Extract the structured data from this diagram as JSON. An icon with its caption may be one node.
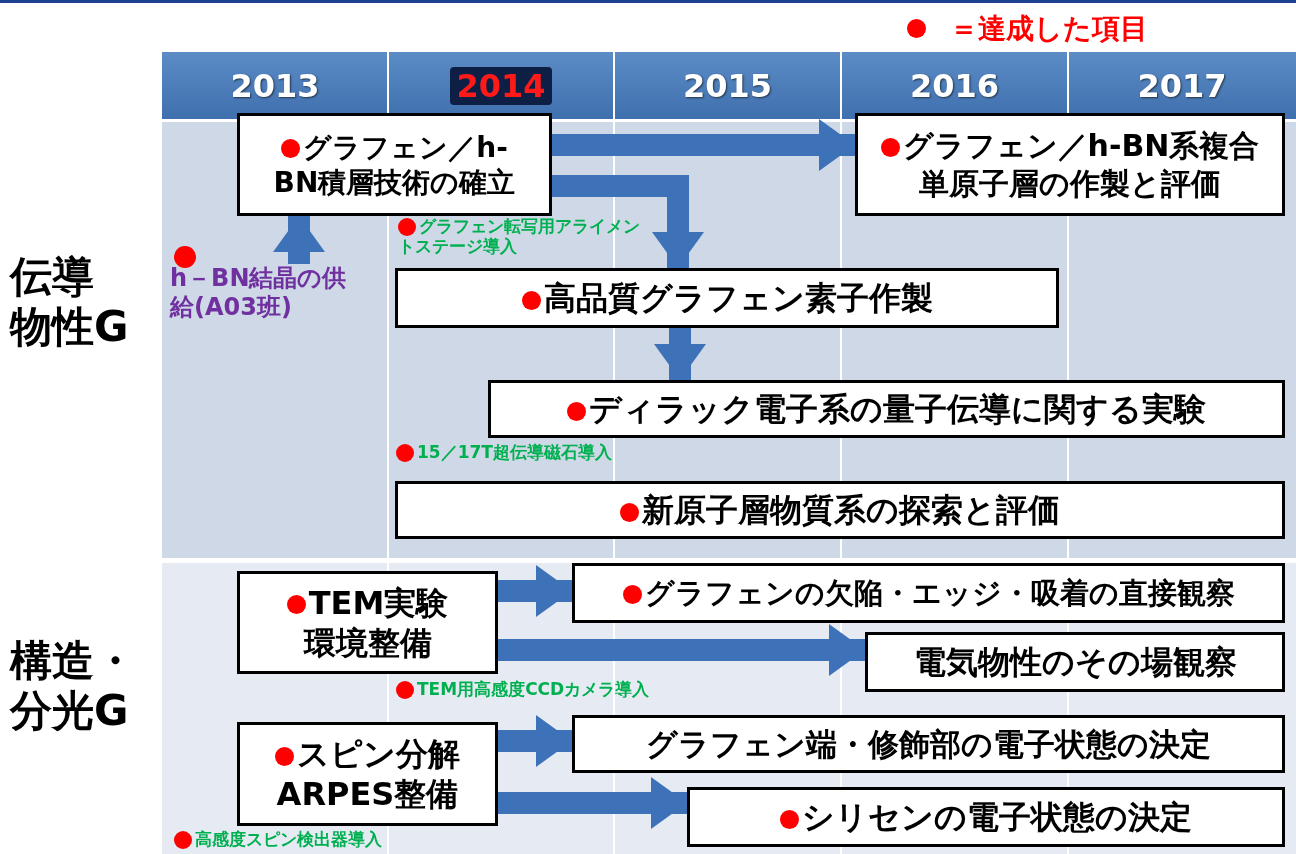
{
  "diagram": {
    "nodes": [
      {
        "text": [
          "グラフェン／h-BN積層技術の確立"
        ]
      },
      {
        "text": [
          "グラフェン／h-BN系複合単原子層の作製と評価"
        ]
      },
      {
        "text": [
          "h－BN結晶の供給(A03班)"
        ]
      },
      {
        "text": [
          "高品質グラフェン素子作製"
        ]
      },
      {
        "text": [
          "ディラック電子系の量子伝導に関する実験"
        ]
      },
      {
        "text": [
          "新原子層物質系の探索と評価"
        ]
      },
      {
        "text": [
          "TEM実験環境整備"
        ]
      },
      {
        "text": [
          "グラフェンの欠陥・エッジ・吸着の直接観察"
        ]
      },
      {
        "text": [
          "電気物性のその場観察"
        ]
      },
      {
        "text": [
          "スピン分解ARPES整備"
        ]
      },
      {
        "text": [
          "グラフェン端・修飾部の電子状態の決定"
        ]
      },
      {
        "text": [
          "シリセンの電子状態の決定"
        ]
      }
    ],
    "edges": [
      {
        "from": 2,
        "to": 0,
        "arrow": "to"
      },
      {
        "from": 0,
        "to": 1,
        "arrow": "to"
      },
      {
        "from": 0,
        "to": 3,
        "arrow": "to"
      },
      {
        "from": 3,
        "to": 4,
        "arrow": "to"
      },
      {
        "from": 6,
        "to": 7,
        "arrow": "to"
      },
      {
        "from": 6,
        "to": 8,
        "arrow": "to"
      },
      {
        "from": 9,
        "to": 10,
        "arrow": "to"
      },
      {
        "from": 9,
        "to": 11,
        "arrow": "to"
      }
    ],
    "labels": [
      "2013",
      "2014",
      "2015",
      "2016",
      "2017",
      "伝導物性G",
      "グラフェン転写用アライメントステージ導入",
      "15／17T超伝導磁石導入",
      "構造・分光G",
      "TEM用高感度CCDカメラ導入",
      "高感度スピン検出器導入"
    ],
    "legend": [
      {
        "text": "＝達成した項目",
        "color": "#ff0000"
      }
    ]
  }
}
